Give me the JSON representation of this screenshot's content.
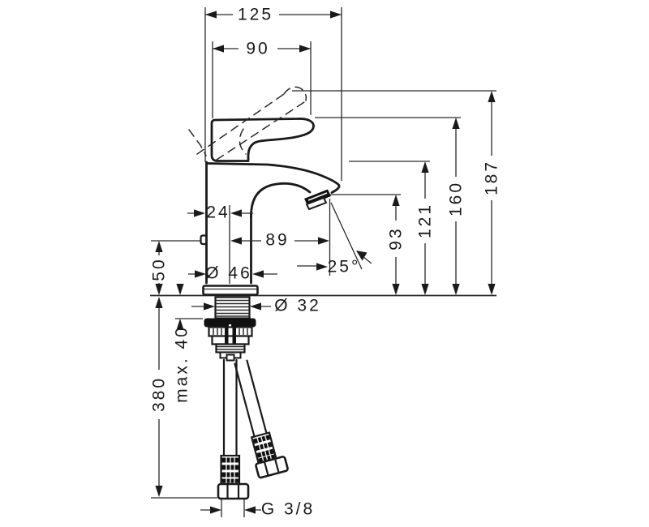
{
  "palette": {
    "ink": "#1a1a1a",
    "paper": "#ffffff"
  },
  "drawing_type": "technical-dimension-drawing",
  "dims": {
    "overall_projection": "125",
    "lever_projection": "90",
    "total_height": "187",
    "lever_height": "160",
    "spout_top_height": "121",
    "outlet_height": "93",
    "lever_offset": "24",
    "outlet_projection": "89",
    "outlet_angle": "25°",
    "popup_rod_height": "50",
    "base_diameter": "Ø 46",
    "max_mounting_thickness": "max. 40",
    "shank_diameter": "Ø 32",
    "hose_length": "380",
    "connection_thread": "G 3/8"
  }
}
